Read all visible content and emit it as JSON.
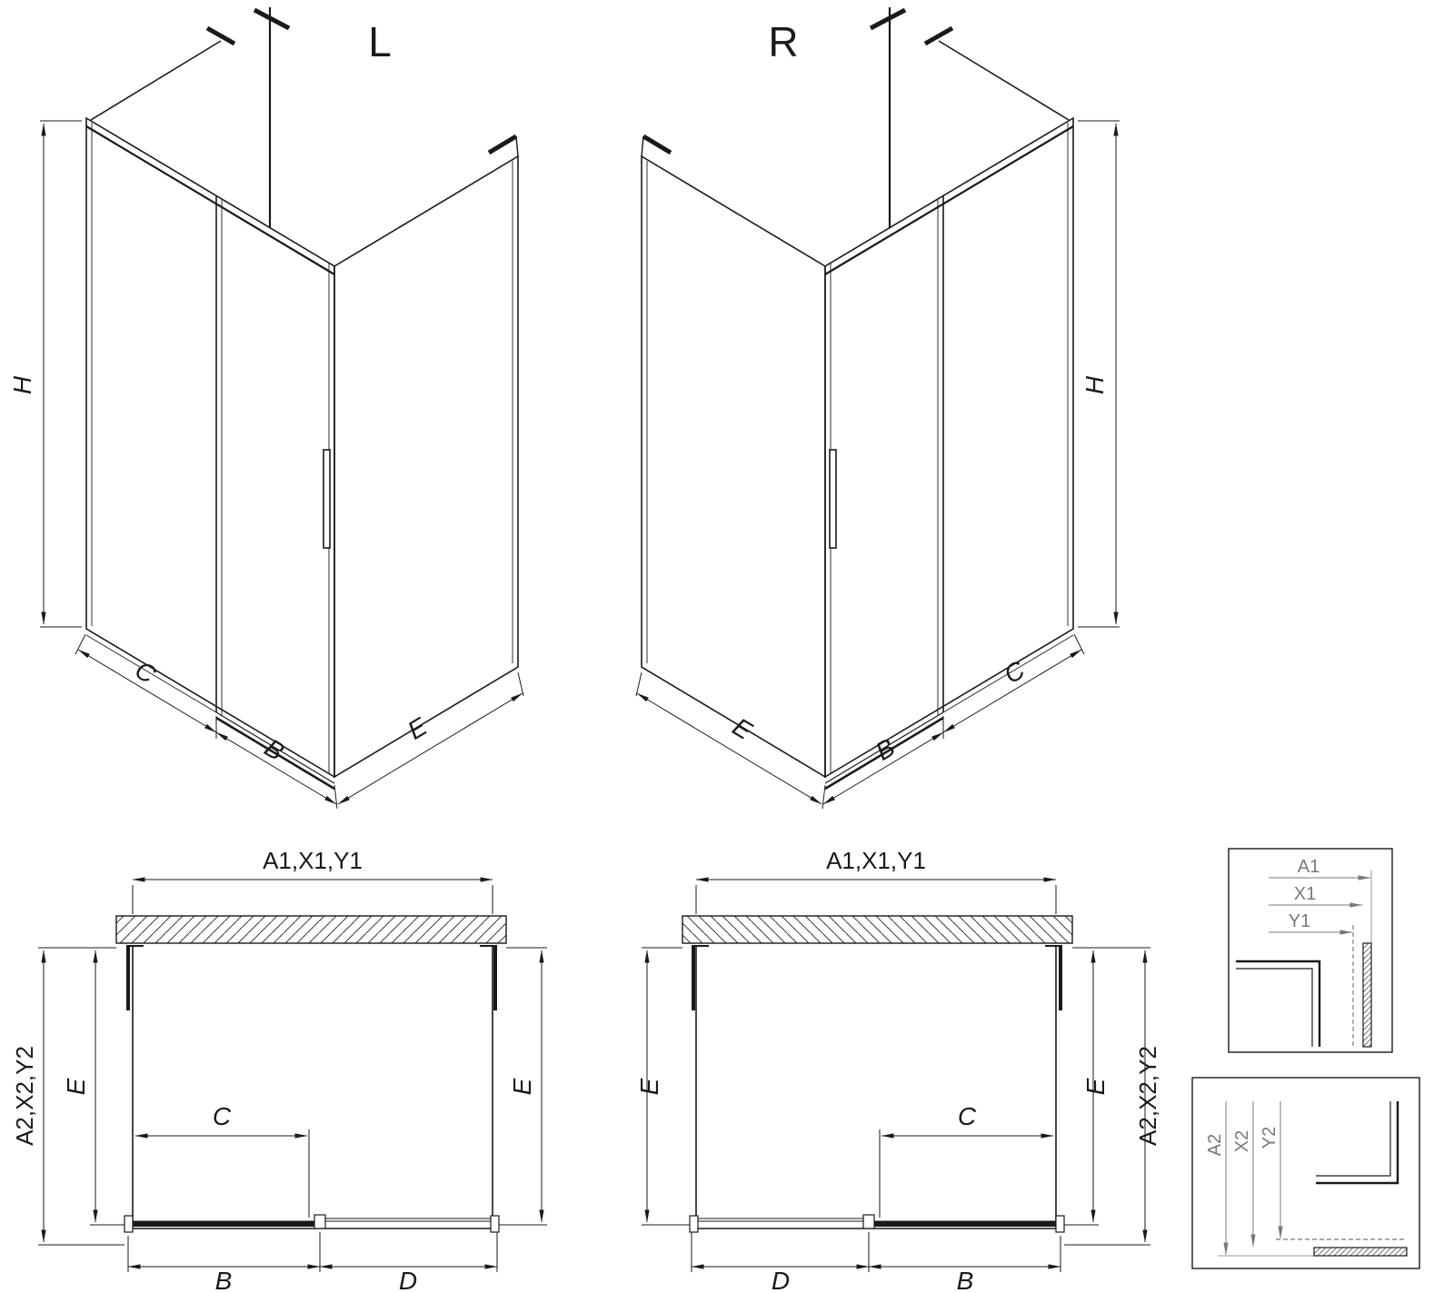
{
  "drawing": {
    "type": "shower-enclosure-technical-drawing",
    "colors": {
      "line": "#1a1a1a",
      "detail_gray": "#787878",
      "background": "#ffffff"
    }
  },
  "iso_left": {
    "label": "L",
    "dims": {
      "h": "H",
      "c": "C",
      "b": "B",
      "e": "E"
    }
  },
  "iso_right": {
    "label": "R",
    "dims": {
      "h": "H",
      "c": "C",
      "b": "B",
      "e": "E"
    }
  },
  "plan_left": {
    "dims": {
      "width_top": "A1,X1,Y1",
      "depth_side": "A2,X2,Y2",
      "e_left": "E",
      "e_right": "E",
      "c": "C",
      "b": "B",
      "d": "D"
    }
  },
  "plan_right": {
    "dims": {
      "width_top": "A1,X1,Y1",
      "depth_side": "A2,X2,Y2",
      "e_left": "E",
      "e_right": "E",
      "c": "C",
      "b": "B",
      "d": "D"
    }
  },
  "detail_top": {
    "dims": {
      "a1": "A1",
      "x1": "X1",
      "y1": "Y1"
    }
  },
  "detail_bottom": {
    "dims": {
      "a2": "A2",
      "x2": "X2",
      "y2": "Y2"
    }
  }
}
